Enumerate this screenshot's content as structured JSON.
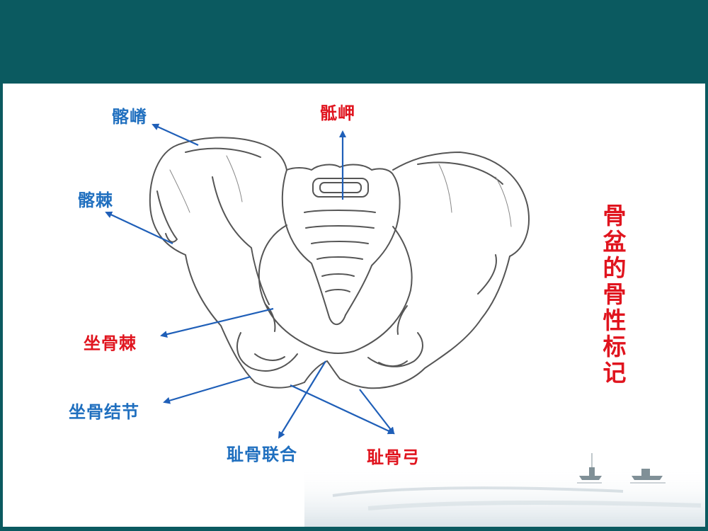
{
  "title_vertical": "骨盆的骨性标记",
  "labels": {
    "iliac_crest": "髂嵴",
    "sacral_promontory": "骶岬",
    "iliac_spine": "髂棘",
    "ischial_spine": "坐骨棘",
    "ischial_tuberosity": "坐骨结节",
    "pubic_symphysis": "耻骨联合",
    "pubic_arch": "耻骨弓"
  },
  "colors": {
    "header_bar": "#0b5a60",
    "blue_label": "#1f6fbf",
    "red_label": "#e0141e",
    "arrow": "#1f5fb8"
  }
}
